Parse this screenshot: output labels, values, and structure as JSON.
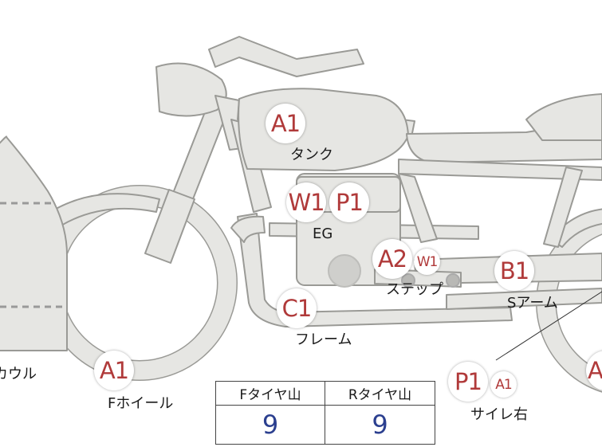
{
  "colors": {
    "badge_text": "#b03a3a",
    "value_text": "#2b3f8f",
    "bike_fill": "#e6e6e3",
    "bike_stroke": "#9a9a96"
  },
  "parts": {
    "tank": {
      "badges": [
        "A1"
      ],
      "label": "タンク"
    },
    "engine": {
      "badges": [
        "W1",
        "P1"
      ],
      "label": "EG"
    },
    "step": {
      "badges": [
        "A2",
        "W1"
      ],
      "label": "ステップ"
    },
    "swingarm": {
      "badges": [
        "B1"
      ],
      "label": "Sアーム"
    },
    "frame": {
      "badges": [
        "C1"
      ],
      "label": "フレーム"
    },
    "front_wheel": {
      "badges": [
        "A1"
      ],
      "label": "Fホイール"
    },
    "cowl": {
      "label": "カウル"
    },
    "silencer_right": {
      "badges": [
        "P1",
        "A1"
      ],
      "label": "サイレ右"
    },
    "rear_edge": {
      "badges": [
        "A"
      ]
    }
  },
  "tire_table": {
    "headers": [
      "Fタイヤ山",
      "Rタイヤ山"
    ],
    "values": [
      "9",
      "9"
    ]
  }
}
